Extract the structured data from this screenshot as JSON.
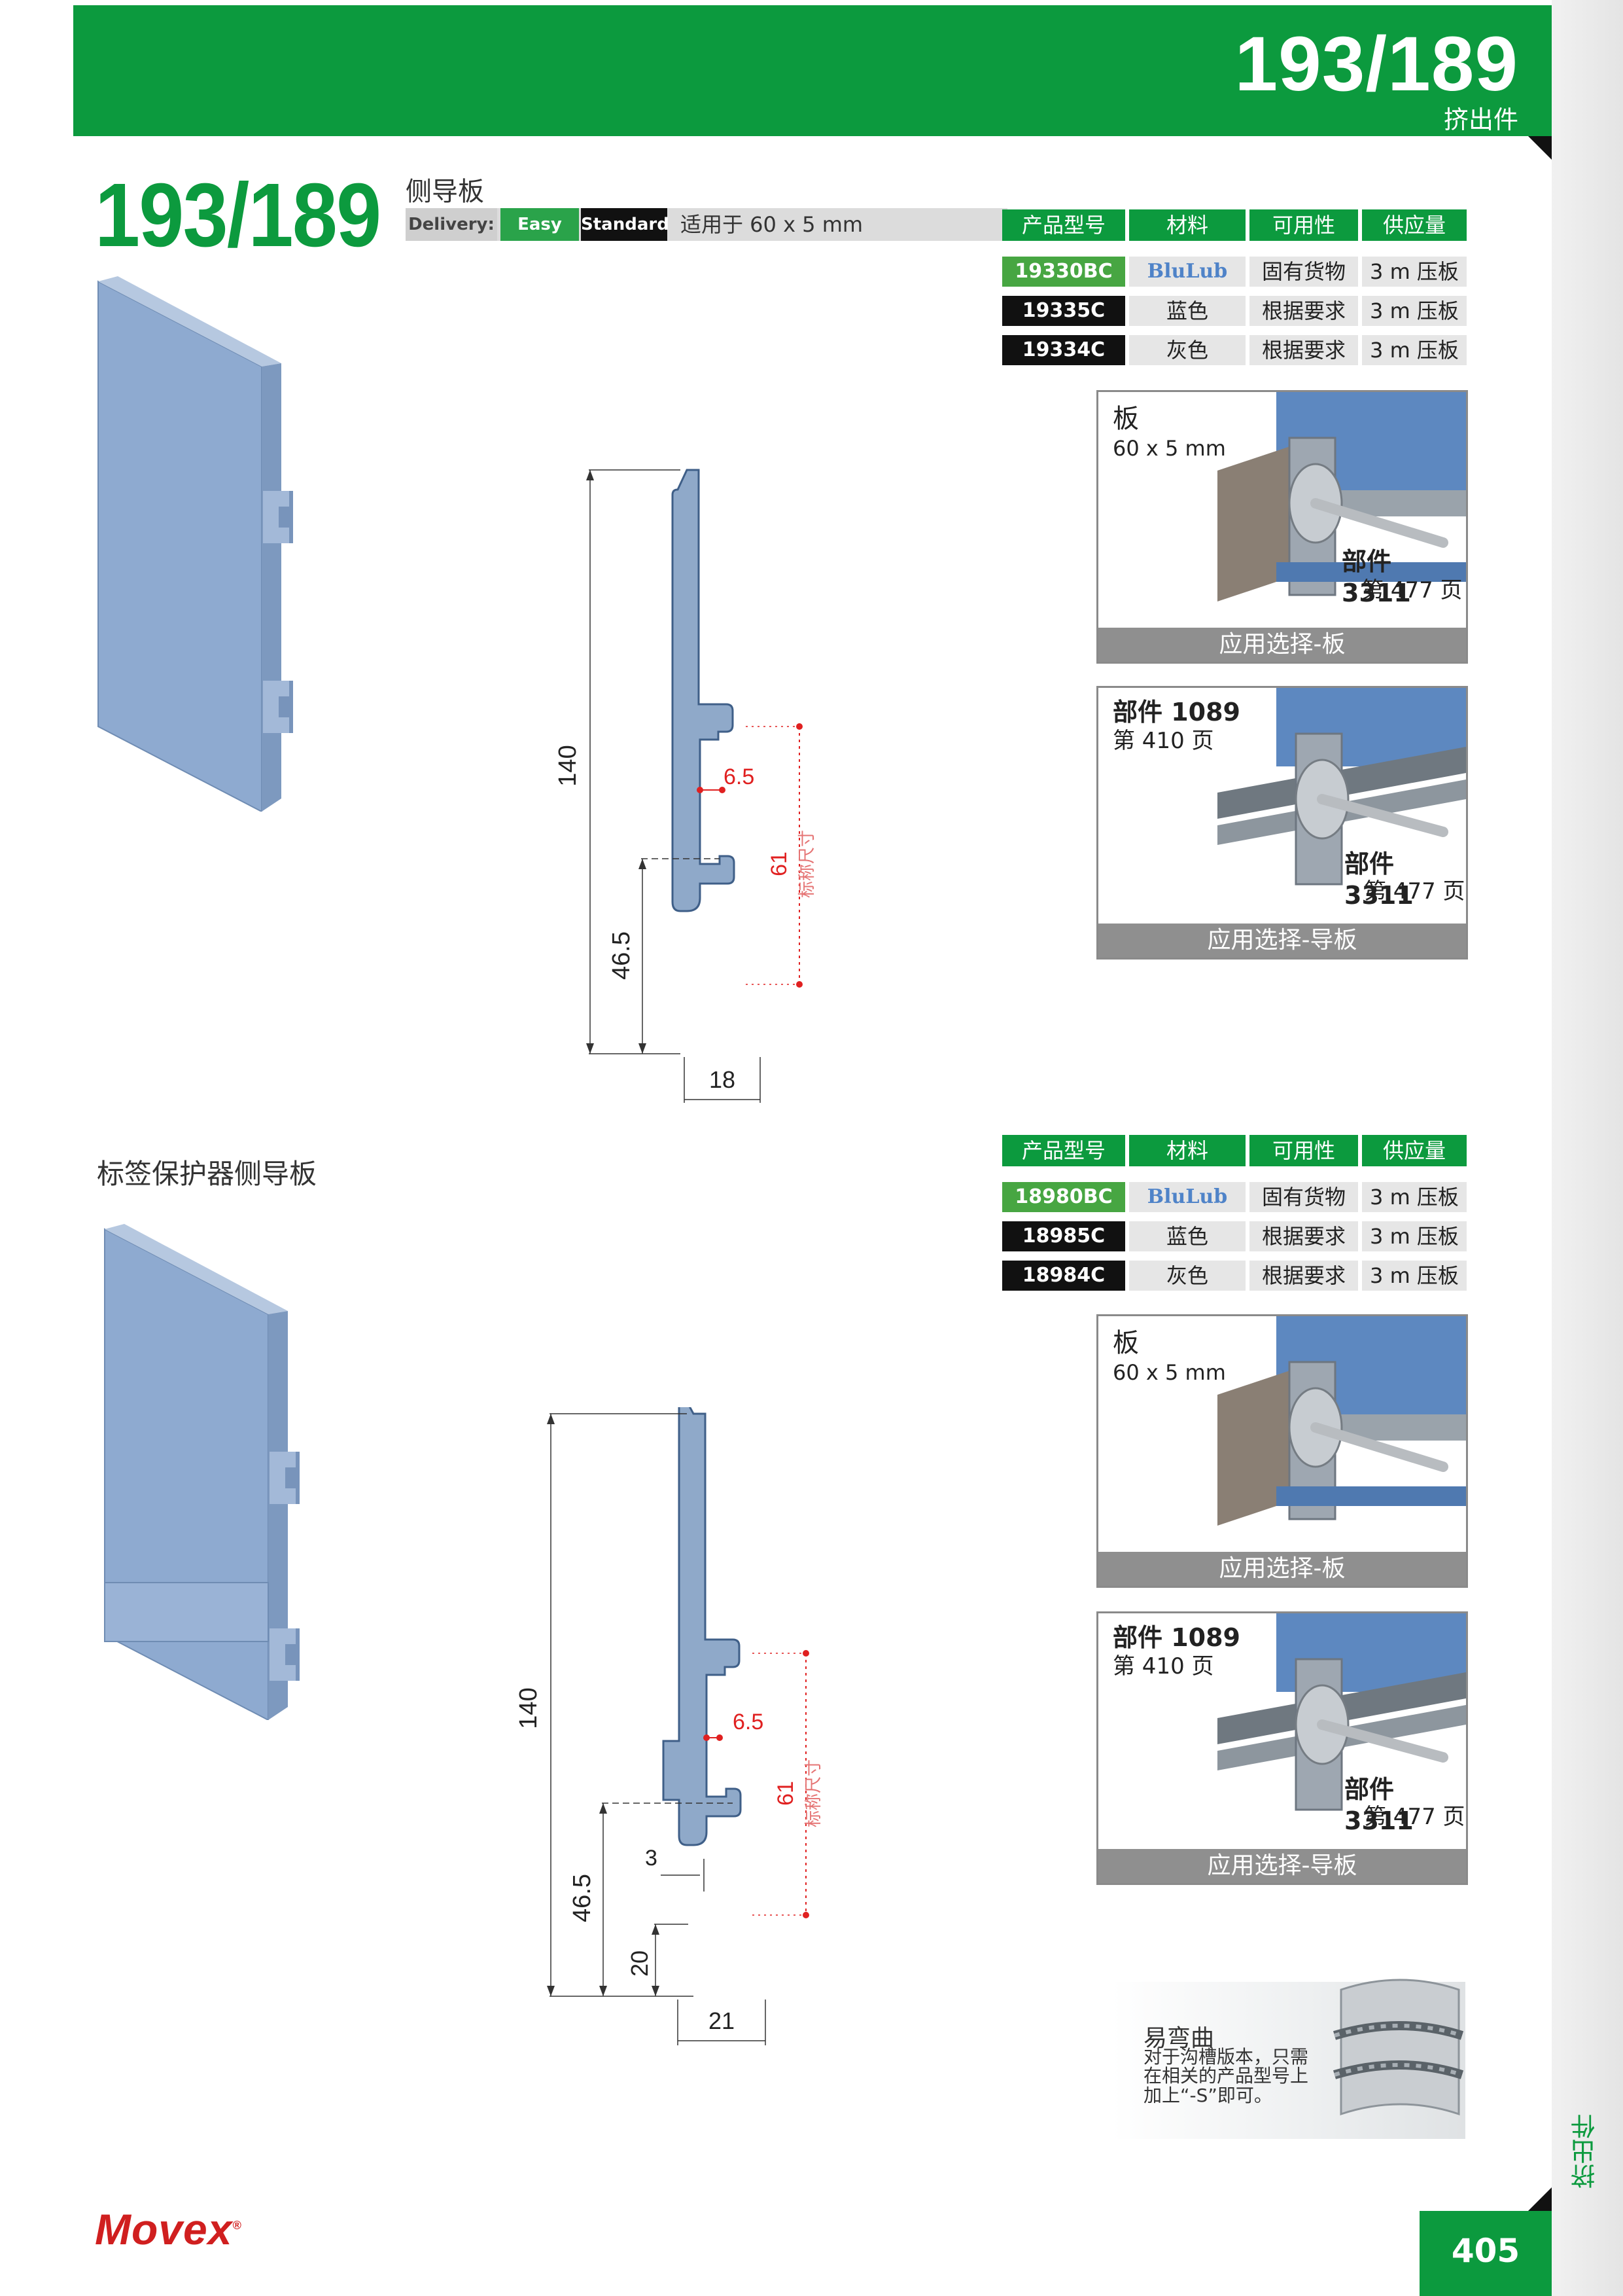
{
  "header": {
    "code": "193/189",
    "subtitle": "挤出件"
  },
  "side": {
    "label": "挤出件"
  },
  "page": {
    "number": "405"
  },
  "logo": {
    "text": "Movex",
    "mark": "®"
  },
  "main": {
    "title": "193/189"
  },
  "section1": {
    "title": "侧导板",
    "delivery": {
      "label": "Delivery:",
      "easy": "Easy",
      "standard": "Standard",
      "fit": "适用于 60 x 5 mm"
    },
    "table": {
      "headers": [
        "产品型号",
        "材料",
        "可用性",
        "供应量"
      ],
      "rows": [
        {
          "code": "19330BC",
          "material": "BluLub",
          "availability": "固有货物",
          "supply": "3 m 压板"
        },
        {
          "code": "19335C",
          "material": "蓝色",
          "availability": "根据要求",
          "supply": "3 m 压板"
        },
        {
          "code": "19334C",
          "material": "灰色",
          "availability": "根据要求",
          "supply": "3 m 压板"
        }
      ]
    },
    "app1": {
      "title": "板",
      "spec": "60 x 5 mm",
      "part_label": "部件 3311",
      "page_label": "第 477 页",
      "caption": "应用选择-板"
    },
    "app2": {
      "part1": "部件 1089",
      "page1": "第 410 页",
      "part2": "部件 3311",
      "page2": "第 477 页",
      "caption": "应用选择-导板"
    },
    "dims": {
      "height": "140",
      "lower": "46.5",
      "width": "18",
      "groove": "6.5",
      "nominal": "61",
      "nominal_note": "标称尺寸"
    }
  },
  "section2": {
    "title": "标签保护器侧导板",
    "table": {
      "headers": [
        "产品型号",
        "材料",
        "可用性",
        "供应量"
      ],
      "rows": [
        {
          "code": "18980BC",
          "material": "BluLub",
          "availability": "固有货物",
          "supply": "3 m 压板"
        },
        {
          "code": "18985C",
          "material": "蓝色",
          "availability": "根据要求",
          "supply": "3 m 压板"
        },
        {
          "code": "18984C",
          "material": "灰色",
          "availability": "根据要求",
          "supply": "3 m 压板"
        }
      ]
    },
    "app1": {
      "title": "板",
      "spec": "60 x 5 mm",
      "caption": "应用选择-板"
    },
    "app2": {
      "part1": "部件 1089",
      "page1": "第 410 页",
      "part2": "部件 3311",
      "page2": "第 477 页",
      "caption": "应用选择-导板"
    },
    "dims": {
      "height": "140",
      "lower": "46.5",
      "step": "3",
      "ledge": "20",
      "width": "21",
      "groove": "6.5",
      "nominal": "61",
      "nominal_note": "标称尺寸"
    }
  },
  "bend": {
    "title": "易弯曲",
    "text": "对于沟槽版本，只需在相关的产品型号上加上“-S”即可。"
  },
  "colors": {
    "brand_green": "#0c9a3e",
    "profile_blue": "#8fa9c9",
    "logo_red": "#d01f1f",
    "dim_red": "#e02020"
  }
}
